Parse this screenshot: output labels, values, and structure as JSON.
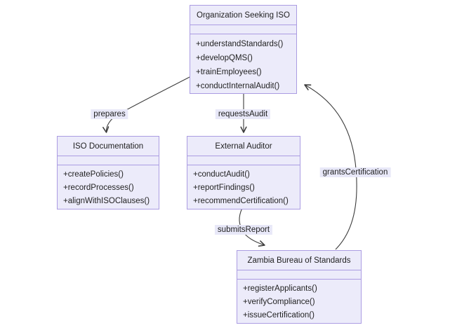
{
  "diagram": {
    "type": "uml-class-diagram",
    "classes": [
      {
        "title": "Organization Seeking ISO",
        "methods": [
          "+understandStandards()",
          "+developQMS()",
          "+trainEmployees()",
          "+conductInternalAudit()"
        ]
      },
      {
        "title": "ISO Documentation",
        "methods": [
          "+createPolicies()",
          "+recordProcesses()",
          "+alignWithISOClauses()"
        ]
      },
      {
        "title": "External Auditor",
        "methods": [
          "+conductAudit()",
          "+reportFindings()",
          "+recommendCertification()"
        ]
      },
      {
        "title": "Zambia Bureau of Standards",
        "methods": [
          "+registerApplicants()",
          "+verifyCompliance()",
          "+issueCertification()"
        ]
      }
    ],
    "edges": [
      {
        "label": "prepares",
        "from": "Organization Seeking ISO",
        "to": "ISO Documentation"
      },
      {
        "label": "requestsAudit",
        "from": "Organization Seeking ISO",
        "to": "External Auditor"
      },
      {
        "label": "submitsReport",
        "from": "External Auditor",
        "to": "Zambia Bureau of Standards"
      },
      {
        "label": "grantsCertification",
        "from": "Zambia Bureau of Standards",
        "to": "Organization Seeking ISO"
      }
    ],
    "colors": {
      "box_fill": "#ECEBFA",
      "box_stroke": "#AB9CE2",
      "edge": "#3C3C3C",
      "label_bg": "#E8E8F8",
      "text": "#1F1F1F"
    }
  }
}
